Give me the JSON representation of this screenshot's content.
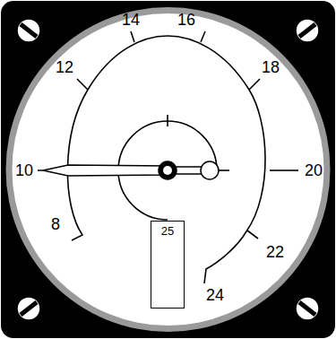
{
  "diagram": {
    "nodes": [
      {
        "text": [
          "25"
        ]
      }
    ],
    "labels": [
      "8",
      "10",
      "12",
      "14",
      "16",
      "18",
      "20",
      "22",
      "24"
    ]
  }
}
